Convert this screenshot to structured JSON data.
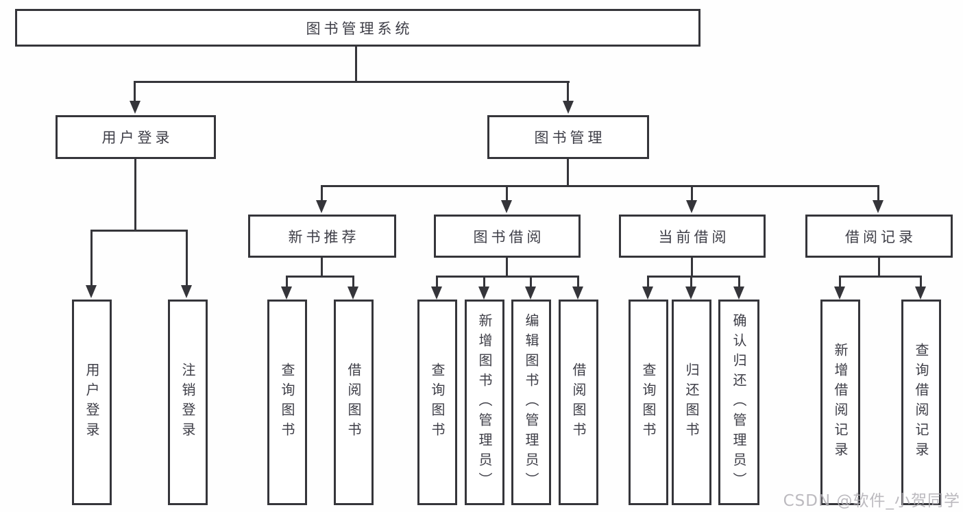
{
  "tree": {
    "label": "图书管理系统",
    "children": [
      {
        "label": "用户登录",
        "children": [
          {
            "label": "用户登录"
          },
          {
            "label": "注销登录"
          }
        ]
      },
      {
        "label": "图书管理",
        "children": [
          {
            "label": "新书推荐",
            "children": [
              {
                "label": "查询图书"
              },
              {
                "label": "借阅图书"
              }
            ]
          },
          {
            "label": "图书借阅",
            "children": [
              {
                "label": "查询图书"
              },
              {
                "label": "新增图书（管理员）"
              },
              {
                "label": "编辑图书（管理员）"
              },
              {
                "label": "借阅图书"
              }
            ]
          },
          {
            "label": "当前借阅",
            "children": [
              {
                "label": "查询图书"
              },
              {
                "label": "归还图书"
              },
              {
                "label": "确认归还（管理员）"
              }
            ]
          },
          {
            "label": "借阅记录",
            "children": [
              {
                "label": "新增借阅记录"
              },
              {
                "label": "查询借阅记录"
              }
            ]
          }
        ]
      }
    ]
  },
  "watermark": {
    "text": "CSDN @软件_小贺同学"
  },
  "colors": {
    "line": "#35353a",
    "text": "#3e3e47",
    "watermark": "#b0aeb4"
  }
}
